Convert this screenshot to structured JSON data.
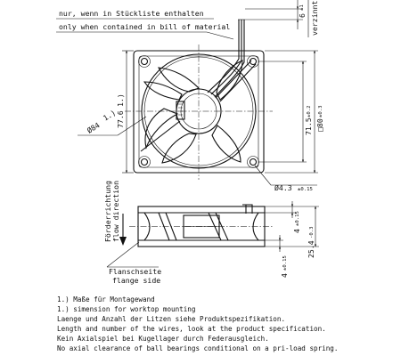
{
  "callouts": {
    "material_de": "nur, wenn in Stückliste enthalten",
    "material_en": "only when contained in bill of material",
    "wire_label": "verzinnt",
    "flow_de": "Förderrichtung",
    "flow_en": "flow direction",
    "flange_de": "Flanschseite",
    "flange_en": "flange side"
  },
  "dimensions": {
    "wire_len": {
      "nominal": "6",
      "tol": "±1"
    },
    "mount_dia": {
      "prefix": "Ø84",
      "note": "1.)"
    },
    "height_left": {
      "nominal": "77.6",
      "note": "1.)"
    },
    "hole_pitch": {
      "nominal": "71.5",
      "tol": "±0.2"
    },
    "frame_size": {
      "prefix": "□80",
      "tol": "±0.3"
    },
    "hole_dia": {
      "prefix": "Ø4.3",
      "tol": "±0.15"
    },
    "flange_top": {
      "nominal": "4",
      "tol": "±0.15"
    },
    "depth": {
      "nominal": "25.4",
      "tol": "-0.3"
    },
    "flange_bottom": {
      "nominal": "4",
      "tol": "±0.15"
    }
  },
  "notes": [
    "1.) Maße für Montagewand",
    "1.) simension for worktop mounting",
    "Laenge und Anzahl der Litzen siehe Produktspezifikation.",
    "Length and number of the wires, look at the product specification.",
    "Kein Axialspiel bei Kugellager durch Federausgleich.",
    "No axial clearance of ball bearings conditional on a pri-load spring."
  ]
}
